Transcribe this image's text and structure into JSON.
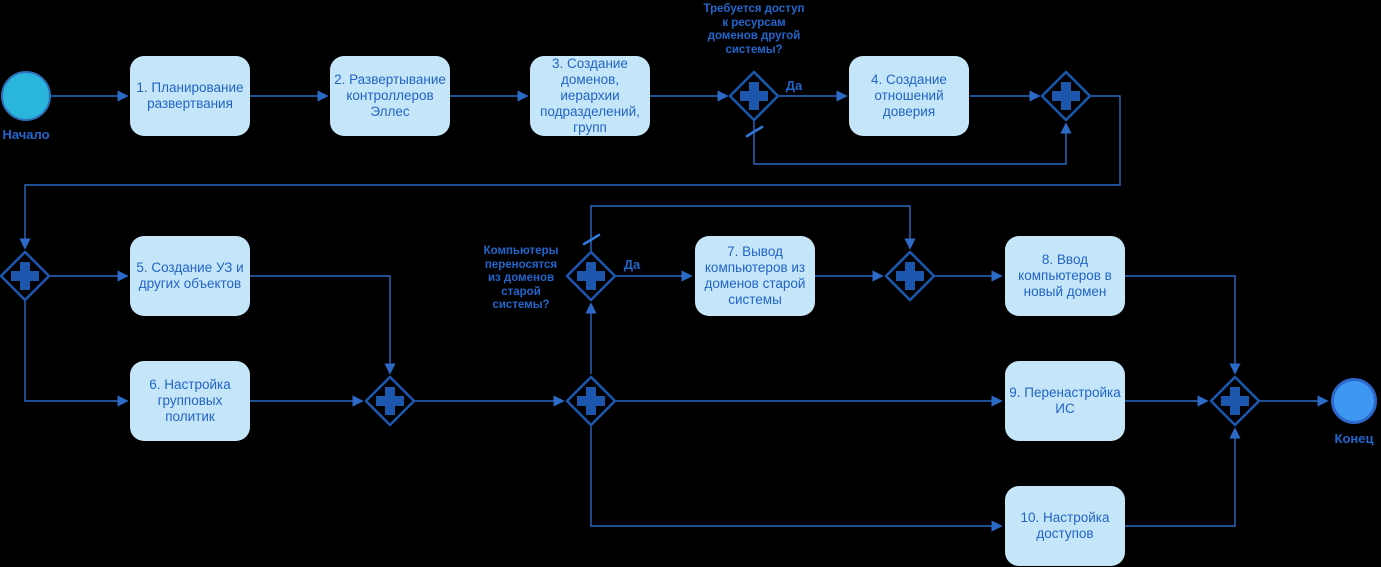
{
  "diagram": {
    "colors": {
      "background": "#000000",
      "task_fill": "#c5e6f8",
      "task_text": "#2264c6",
      "connector": "#2b6ac6",
      "gateway": "#1d57ad",
      "start_fill": "#29b5dc",
      "end_fill": "#3e98f2",
      "label_text": "#2166cb"
    },
    "start": {
      "label": "Начало"
    },
    "end": {
      "label": "Конец"
    },
    "tasks": [
      {
        "label": "1. Планирование\nразвертвания"
      },
      {
        "label": "2. Развертывание\nконтроллеров\nЭллес"
      },
      {
        "label": "3. Создание\nдоменов,\nиерархии\nподразделений,\nгрупп"
      },
      {
        "label": "4. Создание\nотношений\nдоверия"
      },
      {
        "label": "5. Создание УЗ и\nдругих объектов"
      },
      {
        "label": "6. Настройка\nгрупповых\nполитик"
      },
      {
        "label": "7. Вывод\nкомпьютеров из\nдоменов старой\nсистемы"
      },
      {
        "label": "8. Ввод\nкомпьютеров в\nновый домен"
      },
      {
        "label": "9. Перенастройка\nИС"
      },
      {
        "label": "10. Настройка\nдоступов"
      }
    ],
    "decisions": [
      {
        "question": "Требуется доступ\nк ресурсам\nдоменов другой\nсистемы?",
        "branch_label": "Да"
      },
      {
        "question": "Компьютеры\nпереносятся\nиз доменов\nстарой\nсистемы?",
        "branch_label": "Да"
      }
    ]
  }
}
